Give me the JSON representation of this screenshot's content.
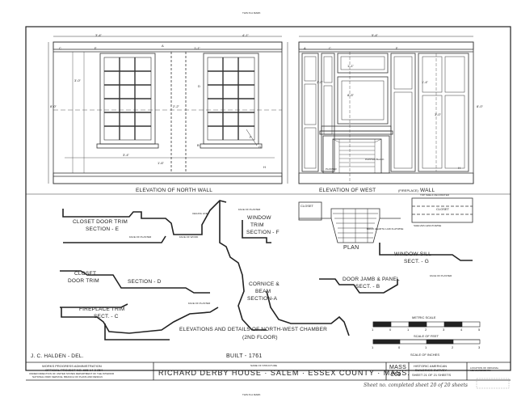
{
  "top_mark": "THIS IS A MARK",
  "bottom_mark": "THIS IS A MARK",
  "elevations": {
    "north_title": "ELEVATION OF NORTH WALL",
    "west_title_a": "ELEVATION OF WEST",
    "west_title_b": "(FIREPLACE)",
    "west_title_c": "WALL",
    "plan_title": "PLAN",
    "north_dims": [
      "3'-4\"",
      "4'-1\"",
      "3'-0\"",
      "2'-2\"",
      "3'-4\"",
      "8'-0\"",
      "1'-1\"",
      "1'-6\"",
      "H",
      "G",
      "F",
      "A",
      "C",
      "E",
      "B",
      "D"
    ],
    "west_dims": [
      "5'-4\"",
      "8'-5\"",
      "2'-0\"",
      "1'-4\"",
      "3'-0\"",
      "1'-1\"",
      "8'-0\"",
      "H",
      "A",
      "C",
      "E"
    ]
  },
  "labels": {
    "plaster": "PLASTER",
    "painted_black": "PAINTED BLACK",
    "closet": "CLOSET",
    "top_shelf": "TOP SHELF DECORATED",
    "brick_hearth": "BRICK HEARTH LAID FLATWISE",
    "shelves": "SHELVES LENGTHWISE",
    "ceiling_line": "CEILING LINE",
    "face_of_wood": "FACE OF WOOD",
    "face_of_plaster": "FACE OF PLASTER",
    "face_of_plaster2": "FACE OF PLASTER",
    "face_of_plaster3": "FACE OF PLASTER",
    "face_of_plaster4": "FACE OF PLASTER"
  },
  "details": {
    "closet_door_trim_e_1": "CLOSET DOOR TRIM",
    "closet_door_trim_e_2": "SECTION - E",
    "window_trim_1": "WINDOW",
    "window_trim_2": "TRIM",
    "window_trim_3": "SECTION - F",
    "closet_door_trim_d_1": "CLOSET",
    "closet_door_trim_d_2": "DOOR TRIM",
    "section_d": "SECTION - D",
    "cornice_1": "CORNICE &",
    "cornice_2": "BEAM",
    "cornice_3": "SECTION-A",
    "fireplace_trim_1": "FIREPLACE TRIM",
    "fireplace_trim_2": "SECT. - C",
    "door_jamb_1": "DOOR JAMB & PANEL",
    "door_jamb_2": "SECT. - B",
    "window_sill_1": "WINDOW SILL",
    "window_sill_2": "SECT. - G",
    "elev_details_1": "ELEVATIONS AND DETAILS OF NORTH-WEST CHAMBER",
    "elev_details_2": "(2ND FLOOR)"
  },
  "scales": {
    "metric_title": "METRIC SCALE",
    "metric_ticks": [
      "1",
      "0",
      "1",
      "2",
      "3",
      "4",
      "5"
    ],
    "feet_title": "SCALE OF FEET",
    "feet_ticks": [
      "1",
      "0",
      "1",
      "2",
      "3"
    ],
    "inches_title": "SCALE OF INCHES"
  },
  "title_block": {
    "delineator": "J. C. HALDEN - DEL.",
    "built": "BUILT - 1761",
    "works_1": "WORKS PROGRESS ADMINISTRATION",
    "works_2": "OFFICIAL PROJECT NO. 665-14-3-254",
    "works_3": "UNDER DIRECTION OF UNITED STATES DEPARTMENT OF THE INTERIOR",
    "works_4": "NATIONAL PARK SERVICE, BRANCH OF PLANS AND DESIGN",
    "name_caption": "NAME OF STRUCTURE",
    "name": "RICHARD DERBY HOUSE · SALEM · ESSEX COUNTY · MASS.",
    "survey_no_1": "MASS",
    "survey_no_2": "269",
    "habs_1": "HISTORIC AMERICAN",
    "habs_2": "BUILDINGS SURVEY",
    "habs_3": "SHEET 21 OF 21 SHEETS",
    "location": "LOCATION OF ORIGINAL MEASUREMENTS",
    "handwritten": "Sheet no. completed sheet 20 of 20 sheets"
  }
}
